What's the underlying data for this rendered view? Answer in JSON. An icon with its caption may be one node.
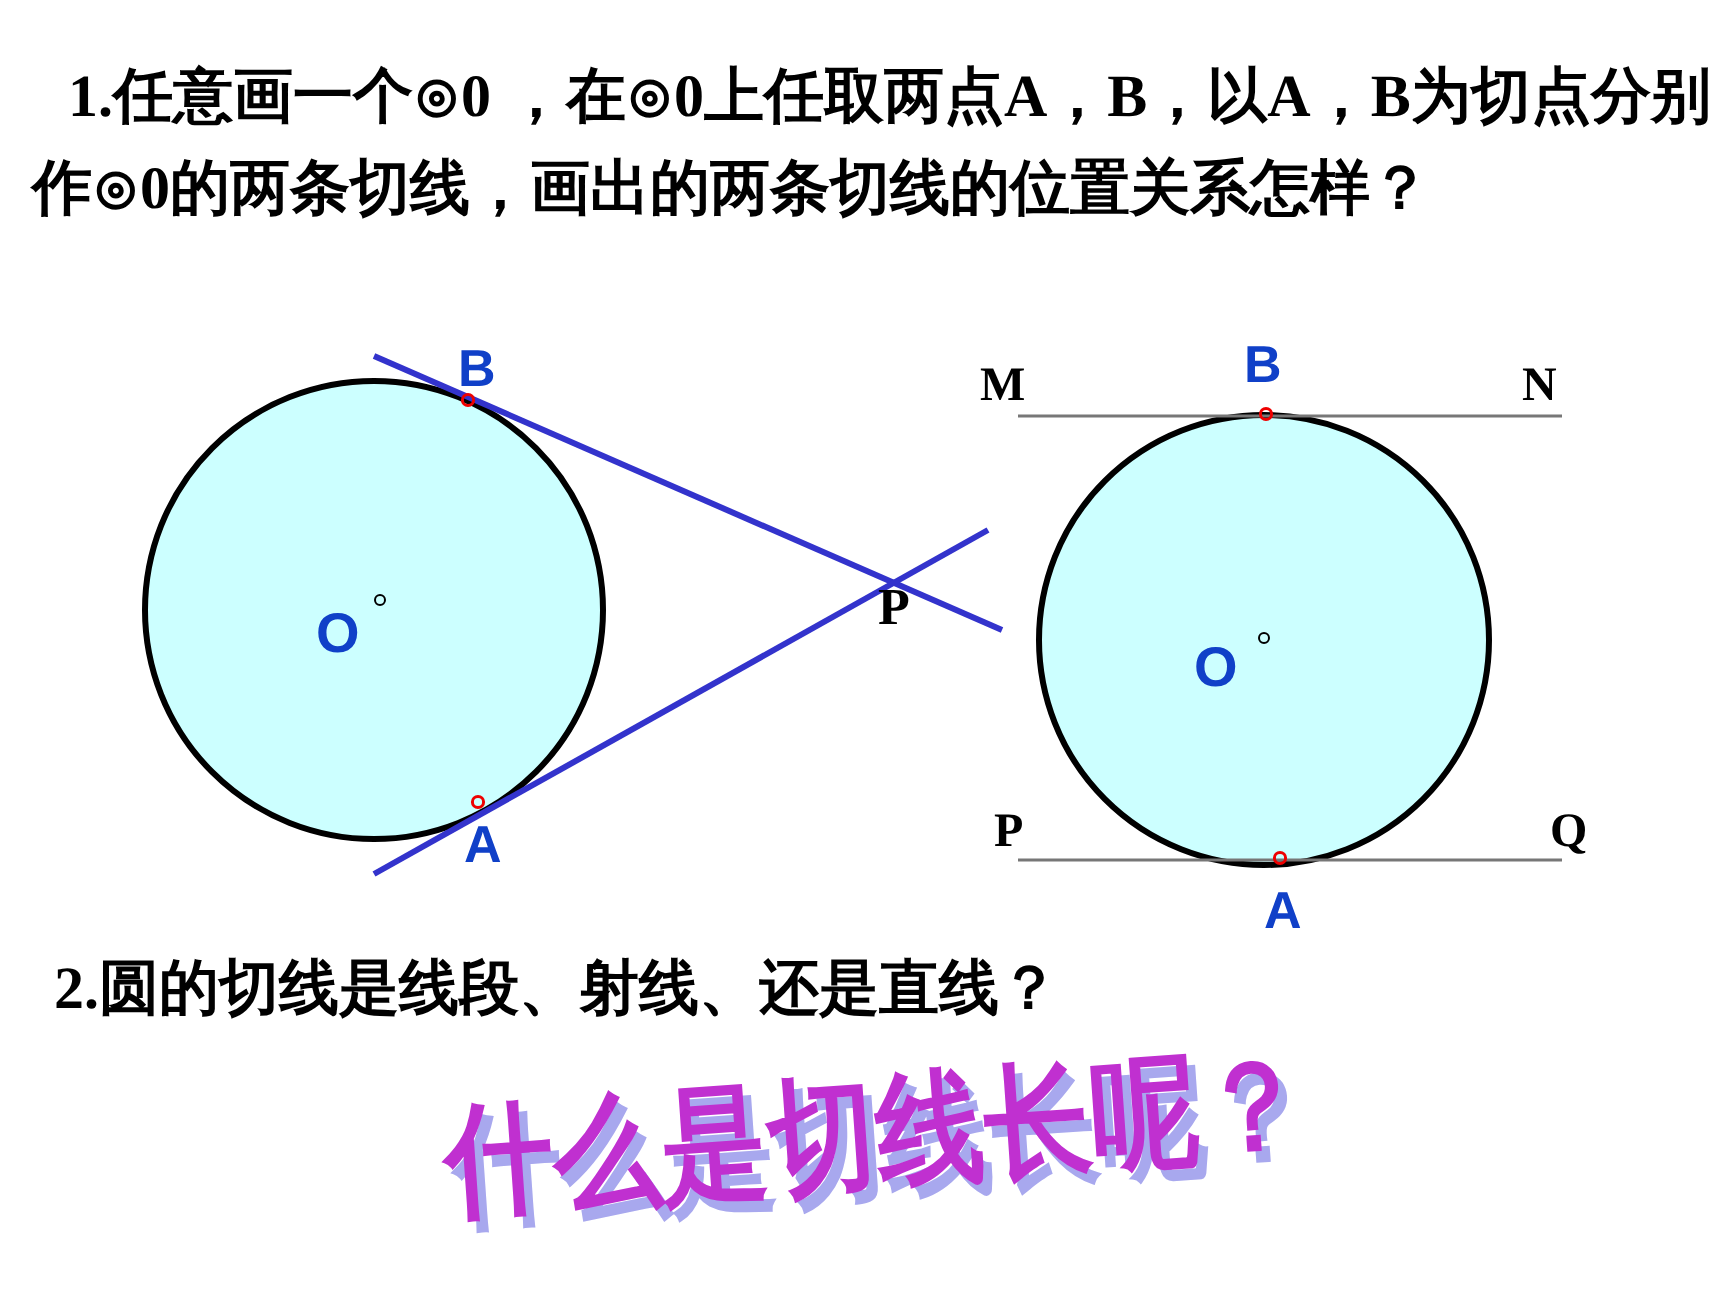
{
  "diagram": {
    "nodes": [
      {
        "text": [
          "O"
        ]
      },
      {
        "text": [
          "O"
        ]
      }
    ],
    "labels": [
      "1.任意画一个⊙0 ，在⊙0上任取两点A，B，以A，B为切点分别作⊙0的两条切线，画出的两条切线的位置关系怎样？",
      "B",
      "M",
      "B",
      "N",
      "P",
      "P",
      "Q",
      "A",
      "A",
      "2.圆的切线是线段、射线、还是直线？",
      "什么是切线长呢？"
    ]
  }
}
